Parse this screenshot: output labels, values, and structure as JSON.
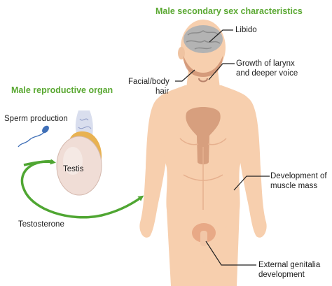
{
  "titles": {
    "secondary": "Male secondary sex characteristics",
    "organ": "Male reproductive organ"
  },
  "labels": {
    "libido": "Libido",
    "larynx_line1": "Growth of larynx",
    "larynx_line2": "and deeper voice",
    "facial_line1": "Facial/body",
    "facial_line2": "hair",
    "muscle_line1": "Development of",
    "muscle_line2": "muscle mass",
    "genitalia_line1": "External genitalia",
    "genitalia_line2": "development",
    "sperm": "Sperm production",
    "testis": "Testis",
    "testosterone": "Testosterone"
  },
  "colors": {
    "title_green": "#5aa832",
    "arrow_green": "#4fa632",
    "skin": "#f7cfae",
    "skin_shade": "#e8a986",
    "hair_shade": "#c98a6a",
    "brain": "#b3b3b3",
    "testis": "#f0ddd6",
    "epididymis": "#e8b252",
    "sperm": "#3f6fb7"
  }
}
